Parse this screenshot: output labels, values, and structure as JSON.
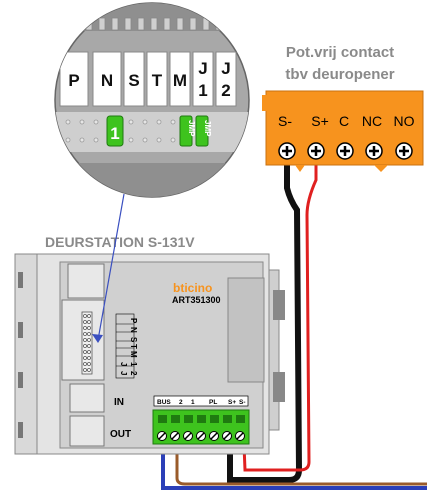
{
  "contact_title_line1": "Pot.vrij contact",
  "contact_title_line2": "tbv deuropener",
  "relay_terminals": [
    "S-",
    "S+",
    "C",
    "NC",
    "NO"
  ],
  "station_title": "DEURSTATION S-131V",
  "brand": "bticino",
  "model": "ART351300",
  "zoom_labels": [
    "P",
    "N",
    "S",
    "T",
    "M",
    "J",
    "1",
    "J",
    "2"
  ],
  "zoom_badge": "1",
  "zoom_jumper": "JMP",
  "side_labels": [
    "P",
    "N",
    "S",
    "T",
    "M",
    "J",
    "1",
    "J",
    "2"
  ],
  "in_label": "IN",
  "out_label": "OUT",
  "term_labels": [
    "BUS",
    "2",
    "1",
    "PL",
    "S+",
    "S-"
  ],
  "colors": {
    "orange": "#f7931e",
    "green": "#3ec31e",
    "gray_zoom": "#a8a8a8",
    "wire_red": "#e02020",
    "wire_black": "#111111",
    "wire_blue": "#2b3fb8",
    "wire_brown": "#9a5b2a",
    "title_gray": "#8a8a8a"
  }
}
